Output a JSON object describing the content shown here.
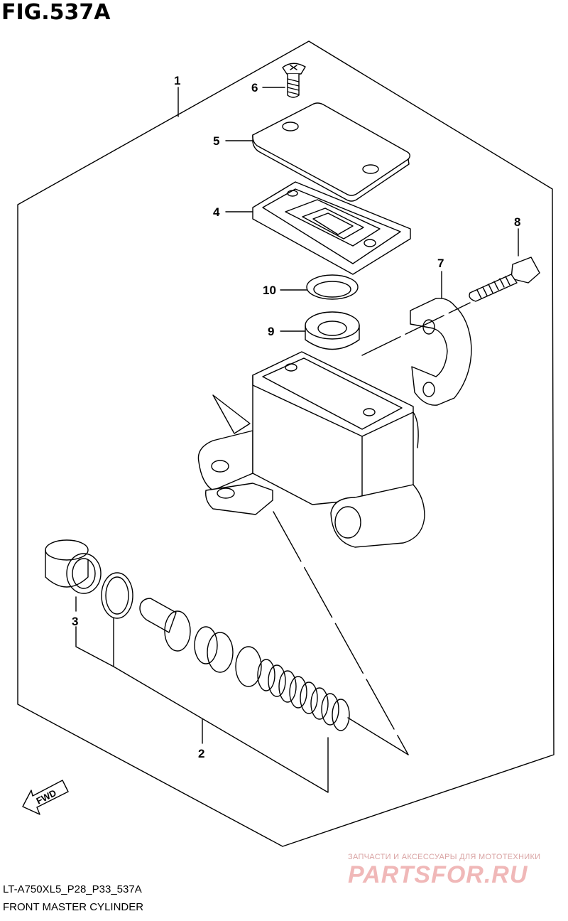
{
  "figure": {
    "title": "FIG.537A",
    "code": "LT-A750XL5_P28_P33_537A",
    "caption": "FRONT MASTER CYLINDER"
  },
  "callouts": [
    "1",
    "2",
    "3",
    "4",
    "5",
    "6",
    "7",
    "8",
    "9",
    "10"
  ],
  "direction_arrow": {
    "label": "FWD"
  },
  "watermark": {
    "tagline": "ЗАПЧАСТИ И АКСЕССУАРЫ ДЛЯ МОТОТЕХНИКИ",
    "logo": "PARTSFOR.RU",
    "color": "#f0b8b8"
  }
}
